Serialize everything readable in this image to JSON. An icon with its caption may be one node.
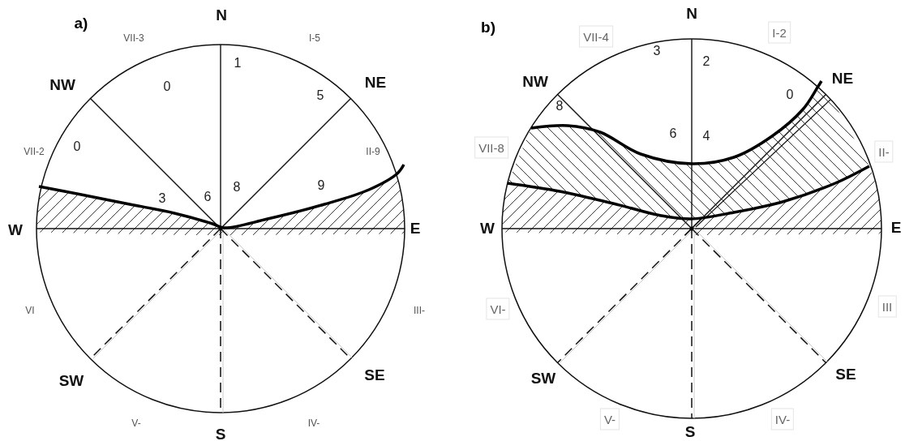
{
  "diagram": {
    "labels": [
      "a)",
      "N",
      "VII-3",
      "I-5",
      "1",
      "NW",
      "0",
      "5",
      "NE",
      "VII-2",
      "0",
      "II-9",
      "3",
      "6",
      "8",
      "9",
      "W",
      "E",
      "VI",
      "III-",
      "SW",
      "SE",
      "V-",
      "IV-",
      "S",
      "b)",
      "N",
      "VII-4",
      "I-2",
      "3",
      "2",
      "NW",
      "0",
      "NE",
      "8",
      "VII-8",
      "6",
      "4",
      "II-",
      "W",
      "E",
      "VI-",
      "III",
      "SW",
      "SE",
      "V-",
      "IV-",
      "S"
    ]
  }
}
